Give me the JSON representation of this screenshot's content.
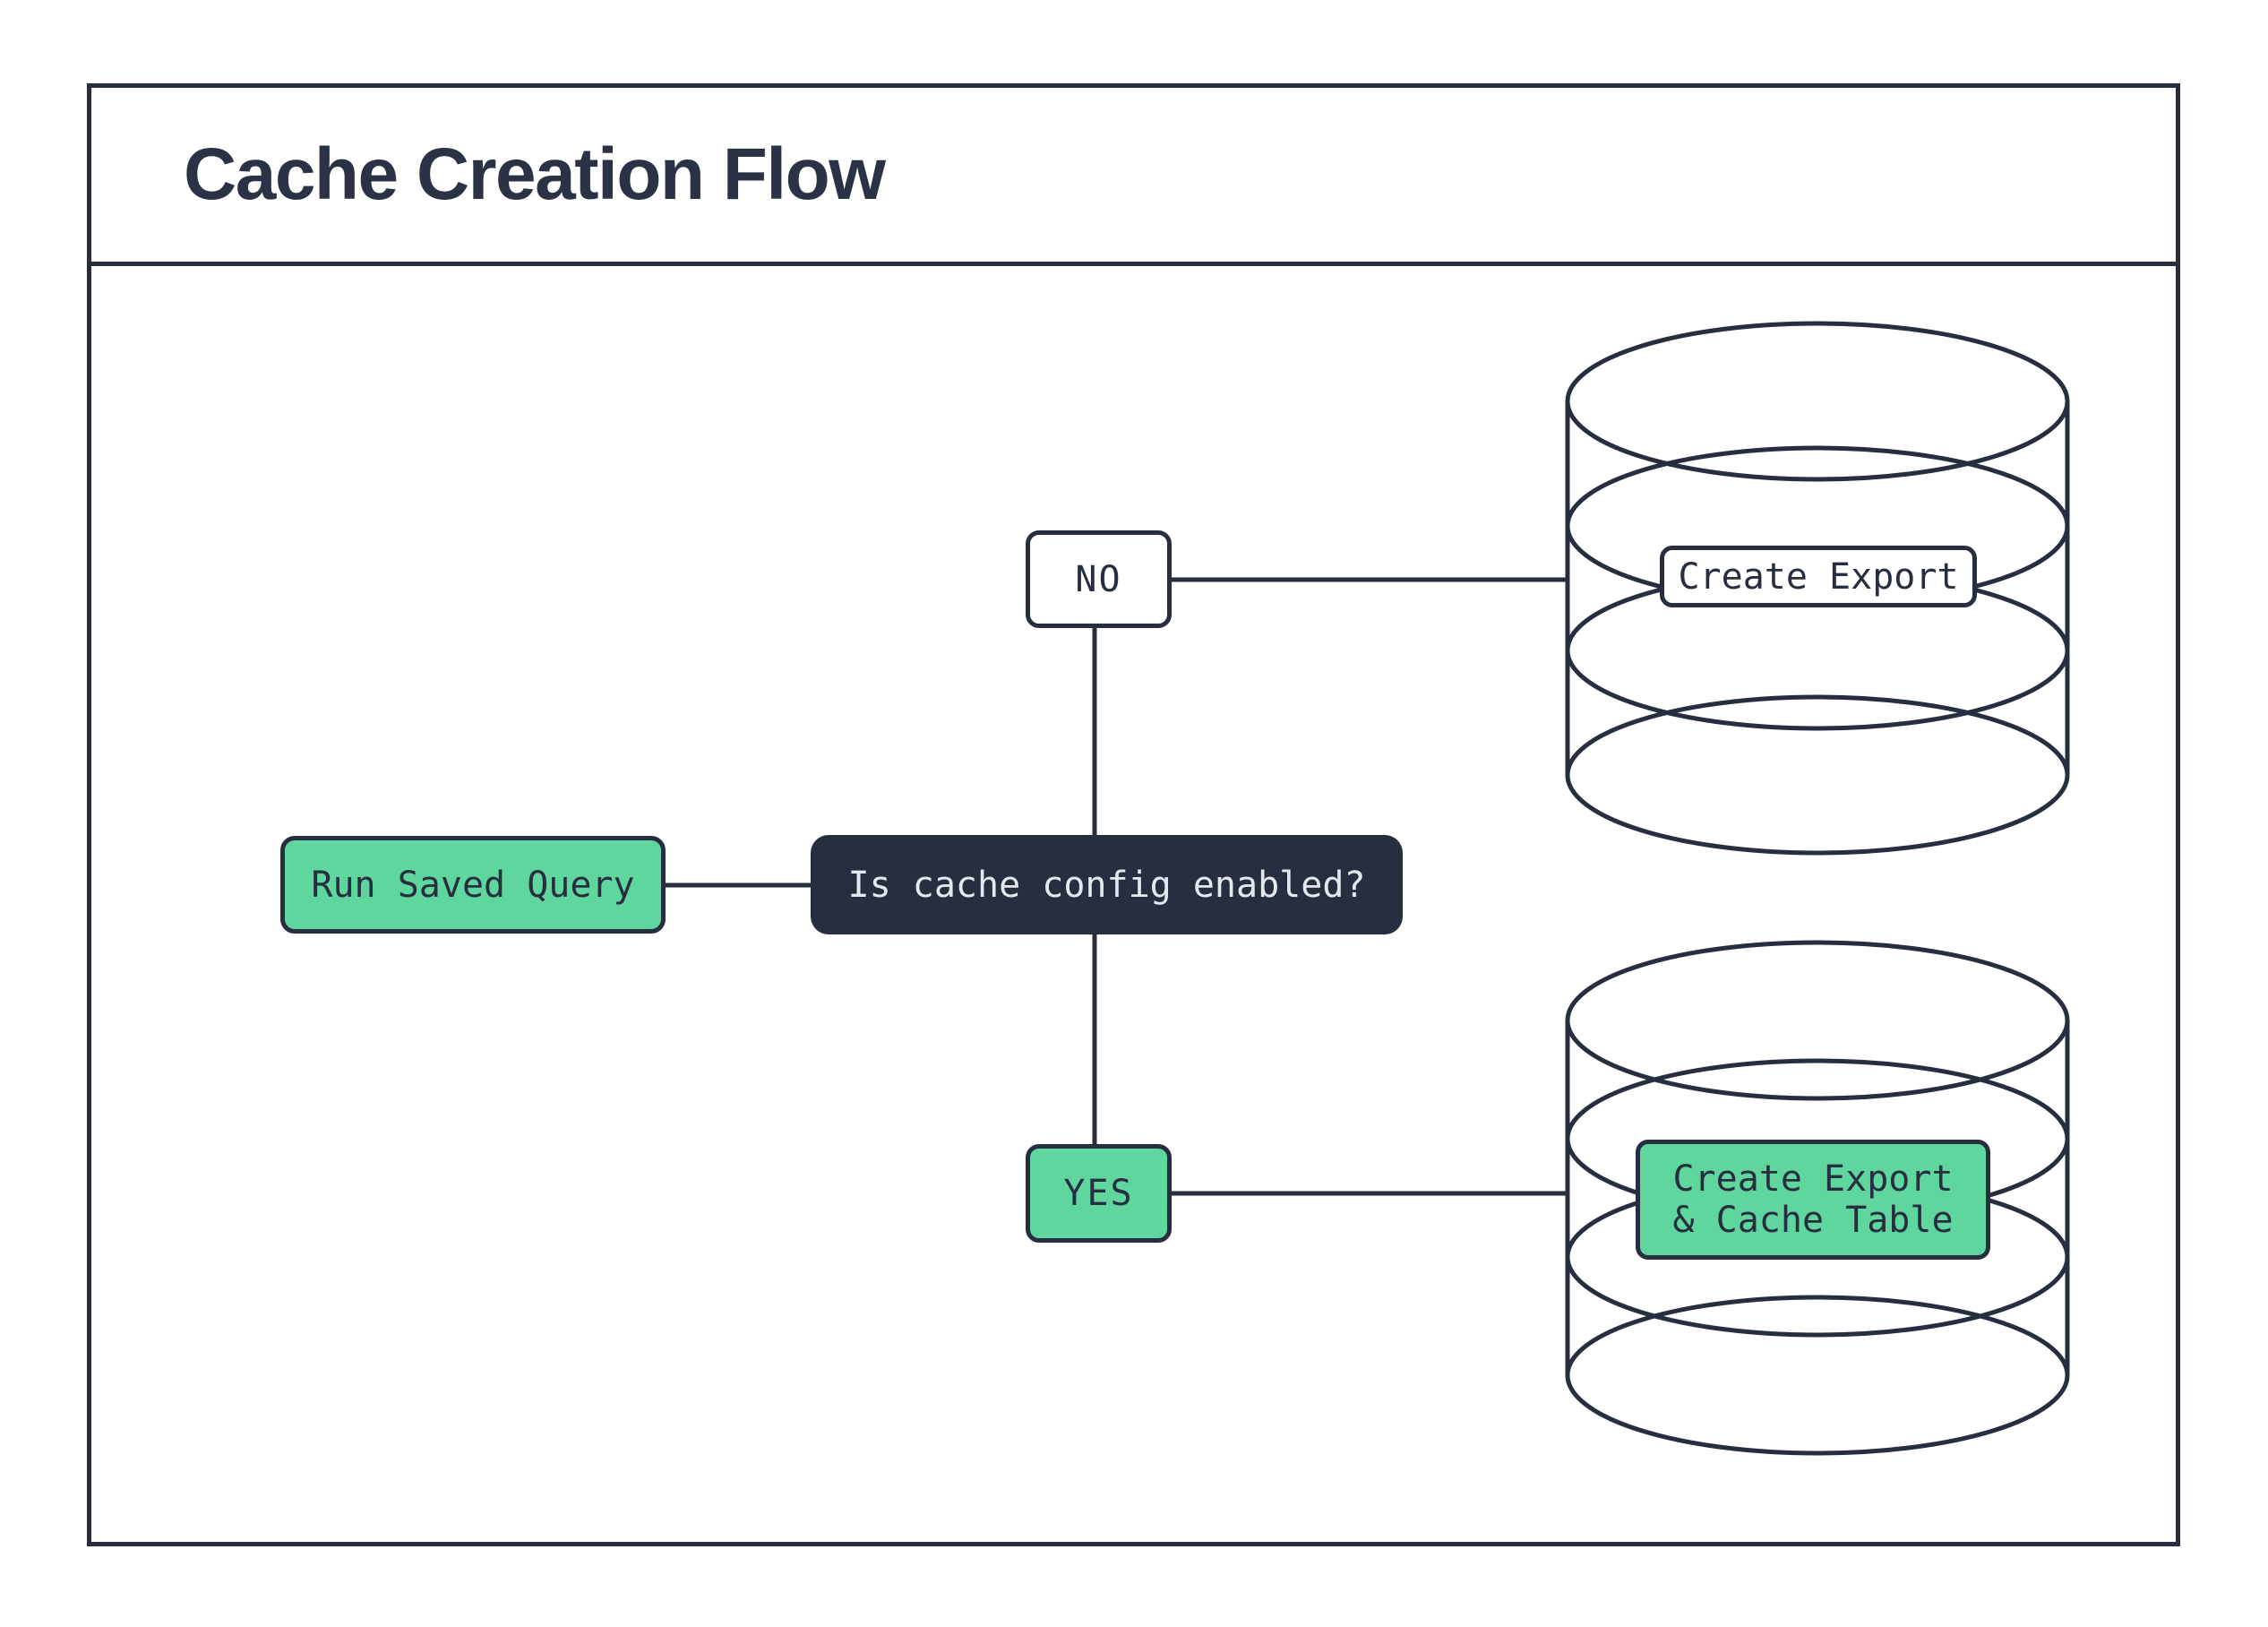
{
  "header": {
    "title": "Cache Creation Flow"
  },
  "palette": {
    "ink": "#272e40",
    "green": "#5ed69e",
    "decision_bg": "#272e40",
    "decision_text": "#e5e8ee",
    "node_bg_light": "#ffffff"
  },
  "diagram": {
    "nodes": {
      "start": {
        "label": "Run Saved Query",
        "type": "process"
      },
      "decision": {
        "label": "Is cache config enabled?",
        "type": "decision"
      },
      "no_branch": {
        "label": "NO",
        "type": "branch"
      },
      "yes_branch": {
        "label": "YES",
        "type": "branch"
      },
      "export_db": {
        "label": "Create Export",
        "type": "database"
      },
      "export_cache_db": {
        "label_line1": "Create Export",
        "label_line2": "& Cache Table",
        "type": "database"
      }
    },
    "edges": [
      {
        "from": "start",
        "to": "decision"
      },
      {
        "from": "decision",
        "to": "no_branch"
      },
      {
        "from": "no_branch",
        "to": "export_db"
      },
      {
        "from": "decision",
        "to": "yes_branch"
      },
      {
        "from": "yes_branch",
        "to": "export_cache_db"
      }
    ]
  }
}
